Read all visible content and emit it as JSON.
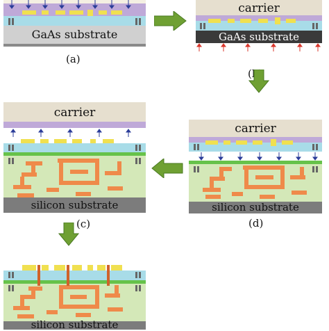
{
  "panels": {
    "a": {
      "caption": "(a)",
      "substrate_label": "GaAs substrate"
    },
    "b": {
      "caption": "(b)",
      "carrier_label": "carrier",
      "substrate_label": "GaAs substrate"
    },
    "c": {
      "caption": "(c)",
      "carrier_label": "carrier",
      "substrate_label": "silicon substrate"
    },
    "d": {
      "caption": "(d)",
      "carrier_label": "carrier",
      "substrate_label": "silicon substrate"
    },
    "e": {
      "substrate_label": "silicon substrate"
    }
  },
  "colors": {
    "carrier": "#e6dfcf",
    "purple": "#bfa9d8",
    "cyan": "#a8dce8",
    "yellow": "#f0e050",
    "gaas": "#3a3a3a",
    "silicon": "#7c7c7c",
    "green_bond": "#66c24a",
    "green_fill": "#d4e8b8",
    "orange": "#ef8a4a",
    "via": "#d0622a",
    "arrow_green": "#6fa033",
    "arrow_blue": "#2b3d99",
    "arrow_red": "#d9352a"
  }
}
